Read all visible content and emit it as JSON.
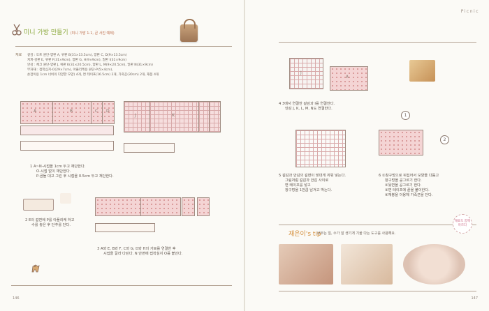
{
  "header": {
    "right_label": "Picnic"
  },
  "left_page": {
    "title": "미니 가방 만들기",
    "title_note": "(미니 가방 1-1, 큰 사진 예제)",
    "material_label": "재료",
    "materials": [
      "겉감 : 도트 원단-양판 A, 위판 B(31×13.5cm), 양판 C, D(9×13.5cm)",
      "지퍼-감판 E, 위판 F(31×9cm), 양판 G, H(9×9cm), 밑판 I(31×9cm)",
      "안감 : 체크 원단-양판 J, 위판 K(31×20.5cm), 양판 L, M(9×20.5cm), 밑판 N(31×9cm)",
      "부자재 : 접착심지-O(29×7cm), 아플리케용 원단-P(5×4cm),",
      "손잡이용 1cm 너비의 다양한 모양) 4개, 면 테이프(16.5cm) 2개, 가죽끈(30cm) 2개, 재봉 4개"
    ],
    "steps": [
      "1  A~N-시접을 1cm 두고 재단한다.",
      "O-시접 없이 재단한다.",
      "P-곰돌 대고 그린 후 시접을 0.5cm 두고 재단한다.",
      "2  E의 겉면에 P를 아플리케 하고",
      "수를 놓은 후 단추를 단다.",
      "3  A와 E, B와 F, C와 G, D와 H의 가로를 연결한 후",
      "시접을 갈라 다린다. N 안면에 접착심지 O를 붙인다."
    ],
    "page_number": "146"
  },
  "right_page": {
    "steps": [
      "4  3에서 연결한 겉감과 I를 연결한다.",
      "안감 J, K, L, M, N도 연결한다.",
      "5  겉감과 안감의 겉면이 맞대게 끼워 넣는다.",
      "그림처럼 겉감과 안감 사이로",
      "면 테이프를 넣고",
      "창구멍을 1만큼 남겨고 박는다.",
      "6  ①창구멍으로 뒤집어서 모양을 다듬고",
      "창구멍을 공그르기 한다.",
      "②뒷면을 공그르기 한다.",
      "③면 테이프에 끝을 붙이한다.",
      "④재봉을 이용해 가죽끈을 단다."
    ],
    "tip_title": "재은이's tip",
    "tip_text": "내부는 일, 수가 잘 생기게 기울 다는 도구를 사용해요.",
    "circle_note": "재료도 함께 마르다",
    "page_number": "147"
  }
}
